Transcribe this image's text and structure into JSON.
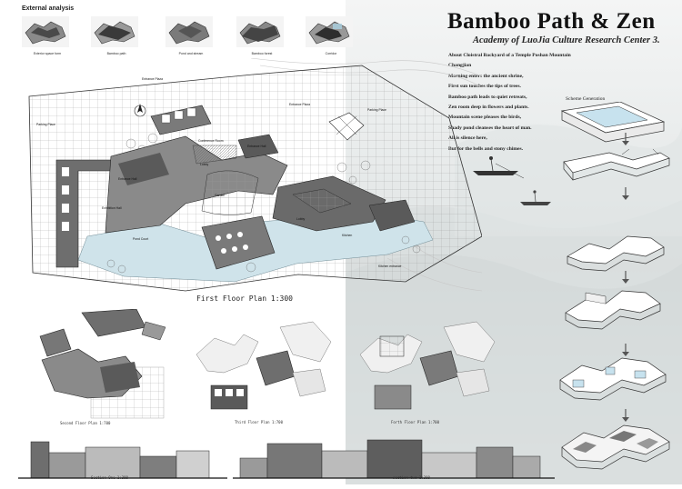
{
  "external_analysis": {
    "title": "External analysis",
    "thumbnails": [
      {
        "label": "Exterior space form"
      },
      {
        "label": "Bamboo path"
      },
      {
        "label": "Pond and stream"
      },
      {
        "label": "Bamboo forest"
      },
      {
        "label": "Corridor"
      }
    ]
  },
  "header": {
    "title": "Bamboo Path & Zen",
    "subtitle": "Academy of LuoJia Culture Research Center 3."
  },
  "poem": {
    "lines": [
      "About Cloistral Backyard of a Temple Poshan Mountain",
      "Changjian",
      "Morning enters the ancient shrine,",
      "First sun touches the tips of trees.",
      "Bamboo path leads to quiet retreats,",
      "Zen room deep in flowers and plants.",
      "Mountain scene pleases the birds,",
      "Shady pond cleanses the heart of man.",
      "All is silence here,",
      "But for the bells and stony chimes."
    ]
  },
  "scheme": {
    "label": "Scheme Generation"
  },
  "plans": {
    "first_floor": "First Floor Plan 1:300",
    "second_floor": "Second Floor Plan 1:700",
    "third_floor": "Third Floor Plan 1:700",
    "fourth_floor": "Forth Floor Plan 1:700",
    "section_one": "Section One 1:300",
    "section_two": "section two 1:300"
  },
  "rooms": {
    "entrance_plaza": "Entrance Plaza",
    "entrance_plaza_2": "Entrance Plaza",
    "parking_place": "Parking Place",
    "parking_place_2": "Parking Place",
    "entrance_hall": "Entrance Hall",
    "entrance_hall_2": "Entrance Hall",
    "exhibition_hall": "Exhibition Hall",
    "lobby": "Lobby",
    "lobby_2": "Lobby",
    "conference_room": "Conference Room",
    "garden": "Garden",
    "pond": "Pond Court",
    "kitchen": "Kitchen",
    "outdoor_seating": "Kitchen entrance"
  },
  "colors": {
    "dark_fill": "#5a5a5a",
    "mid_fill": "#8a8a8a",
    "light_fill": "#c8c8c8",
    "water": "#cfe3ea",
    "accent_blue": "#a9cfe0"
  }
}
